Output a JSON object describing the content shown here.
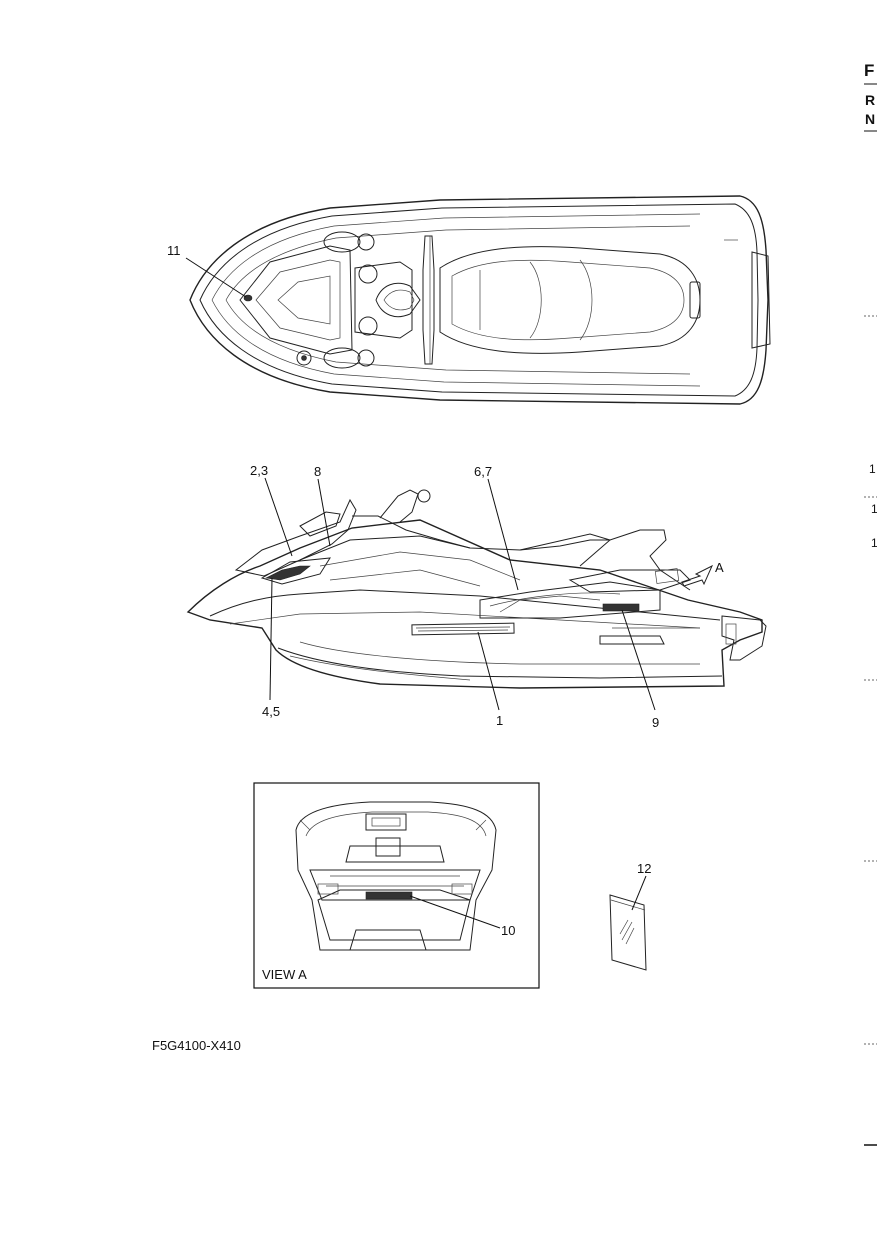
{
  "header": {
    "letter_f": "F",
    "letter_r": "R",
    "letter_n": "N"
  },
  "right_edge": {
    "mark_1a": "1",
    "mark_1b": "1",
    "mark_1c": "1"
  },
  "callouts": {
    "c11": "11",
    "c23": "2,3",
    "c8": "8",
    "c67": "6,7",
    "cA": "A",
    "c45": "4,5",
    "c1": "1",
    "c9": "9",
    "c12": "12",
    "c10": "10"
  },
  "view_a": {
    "label": "VIEW A"
  },
  "figure_code": "F5G4100-X410"
}
